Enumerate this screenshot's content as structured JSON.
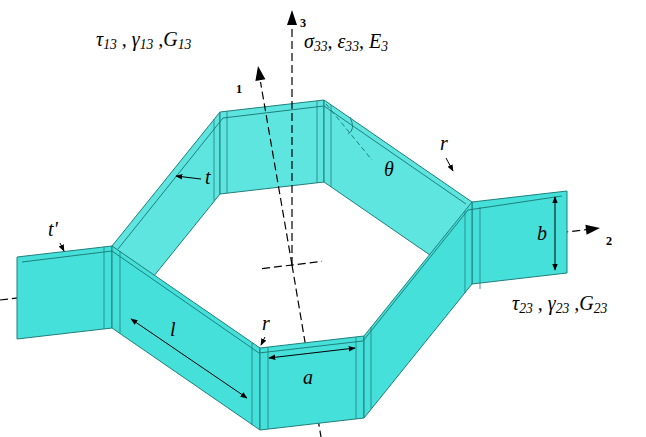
{
  "diagram": {
    "labels": [
      "τ13 , γ13 ,G13",
      "1",
      "3",
      "σ33, ε33, E3",
      "t'",
      "t",
      "θ",
      "r",
      "b",
      "l",
      "a",
      "r",
      "2",
      "τ23 , γ23 ,G23"
    ]
  }
}
